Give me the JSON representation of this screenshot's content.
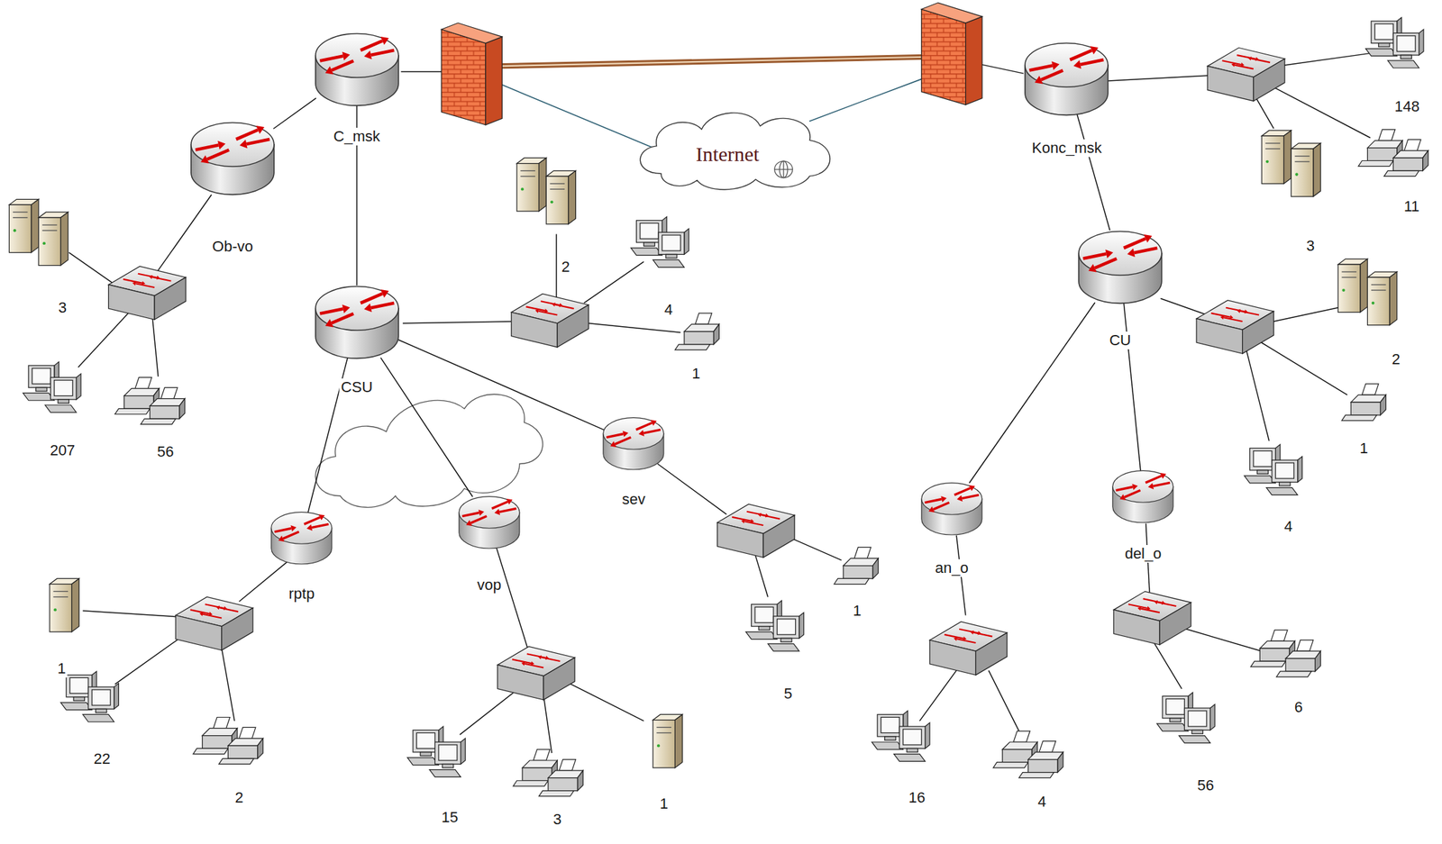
{
  "diagram": {
    "nodes": [
      {
        "text": [
          "C_msk"
        ]
      },
      {
        "text": [
          "Internet"
        ]
      },
      {
        "text": [
          "Konc_msk"
        ]
      },
      {
        "text": [
          "Ob-vo"
        ]
      },
      {
        "text": [
          "CU"
        ]
      },
      {
        "text": [
          "CSU"
        ]
      },
      {
        "text": [
          "sev"
        ]
      },
      {
        "text": [
          "an_o"
        ]
      },
      {
        "text": [
          "del_o"
        ]
      },
      {
        "text": [
          "rptp"
        ]
      },
      {
        "text": [
          "vop"
        ]
      }
    ],
    "edges": [
      {
        "from": 0,
        "to": 3,
        "arrow": "none"
      },
      {
        "from": 0,
        "to": 5,
        "arrow": "none"
      },
      {
        "from": 5,
        "to": 9,
        "arrow": "none"
      },
      {
        "from": 5,
        "to": 10,
        "arrow": "none"
      },
      {
        "from": 5,
        "to": 6,
        "arrow": "none"
      },
      {
        "from": 2,
        "to": 4,
        "arrow": "none"
      },
      {
        "from": 4,
        "to": 7,
        "arrow": "none"
      },
      {
        "from": 4,
        "to": 8,
        "arrow": "none"
      }
    ],
    "labels": [
      "3",
      "207",
      "56",
      "2",
      "4",
      "1",
      "1",
      "5",
      "1",
      "22",
      "2",
      "15",
      "3",
      "1",
      "148",
      "11",
      "3",
      "2",
      "1",
      "4",
      "16",
      "4",
      "6",
      "56"
    ]
  }
}
